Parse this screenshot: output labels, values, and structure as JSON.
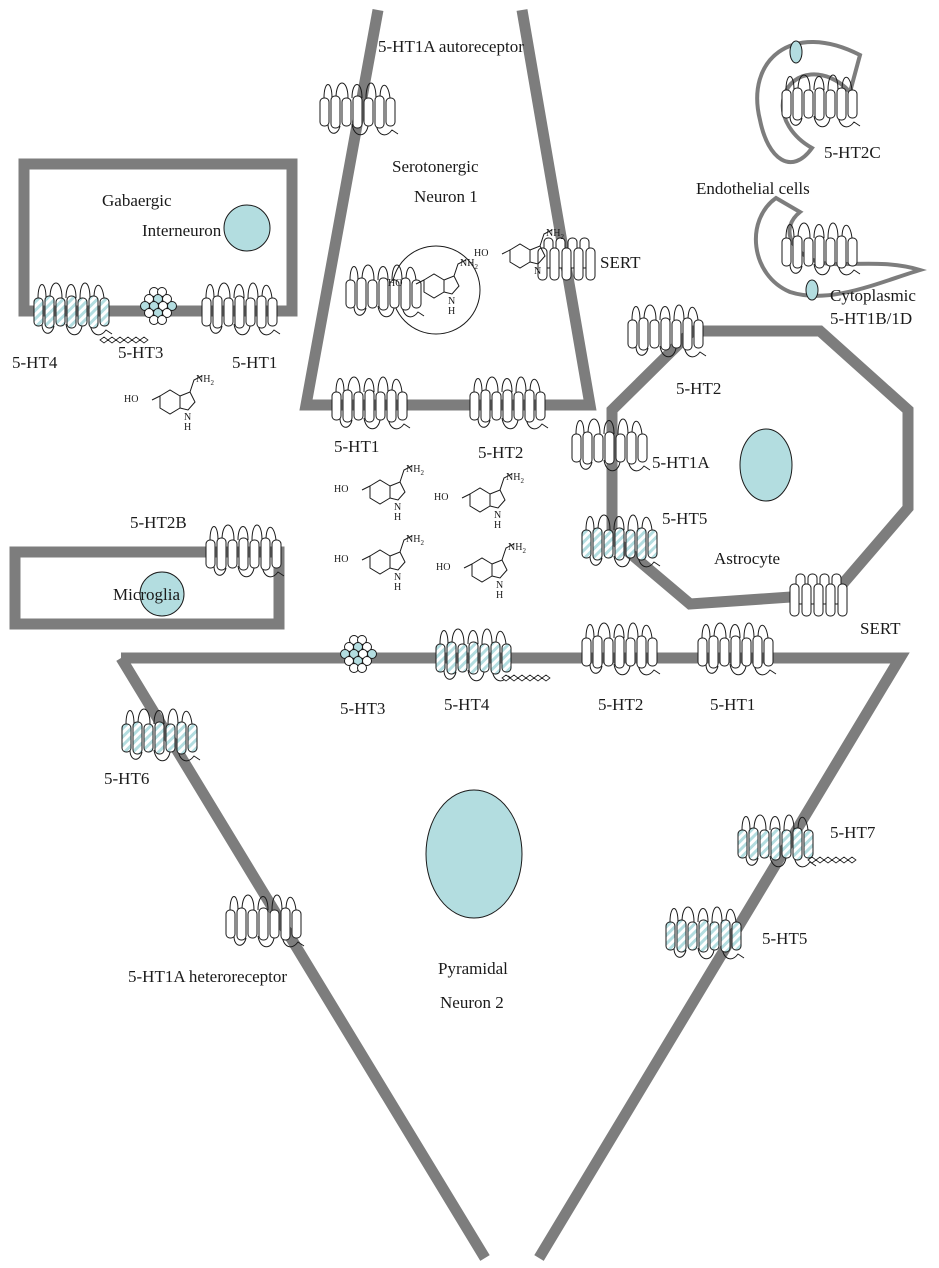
{
  "colors": {
    "membrane": "#7d7d7d",
    "nucleus": "#b3dde0",
    "stripe": "#b3dde0",
    "ink": "#1a1a1a",
    "background": "#ffffff"
  },
  "cells": {
    "serotonergic": [
      "Serotonergic",
      "Neuron 1"
    ],
    "gabaergic": [
      "Gabaergic",
      "Interneuron"
    ],
    "endothelial": "Endothelial cells",
    "cytoplasmic": [
      "Cytoplasmic",
      "5-HT1B/1D"
    ],
    "astrocyte": "Astrocyte",
    "microglia": "Microglia",
    "pyramidal": [
      "Pyramidal",
      "Neuron 2"
    ]
  },
  "receptors": {
    "autoreceptor": "5-HT1A autoreceptor",
    "sert_neuron": "SERT",
    "ht2c": "5-HT2C",
    "ht4_gaba": "5-HT4",
    "ht3_gaba": "5-HT3",
    "ht1_gaba": "5-HT1",
    "ht1_neuron": "5-HT1",
    "ht2_neuron": "5-HT2",
    "ht2_astro": "5-HT2",
    "ht1a_astro": "5-HT1A",
    "ht5_astro": "5-HT5",
    "sert_astro": "SERT",
    "ht2b": "5-HT2B",
    "ht3_pyr": "5-HT3",
    "ht4_pyr": "5-HT4",
    "ht2_pyr": "5-HT2",
    "ht1_pyr": "5-HT1",
    "ht6": "5-HT6",
    "ht7": "5-HT7",
    "ht5_pyr": "5-HT5",
    "heteroreceptor": "5-HT1A heteroreceptor"
  },
  "chemistry": {
    "ho": "HO",
    "nh2_main": "NH",
    "nh2_sub": "2",
    "nh_n": "N",
    "nh_h": "H"
  }
}
